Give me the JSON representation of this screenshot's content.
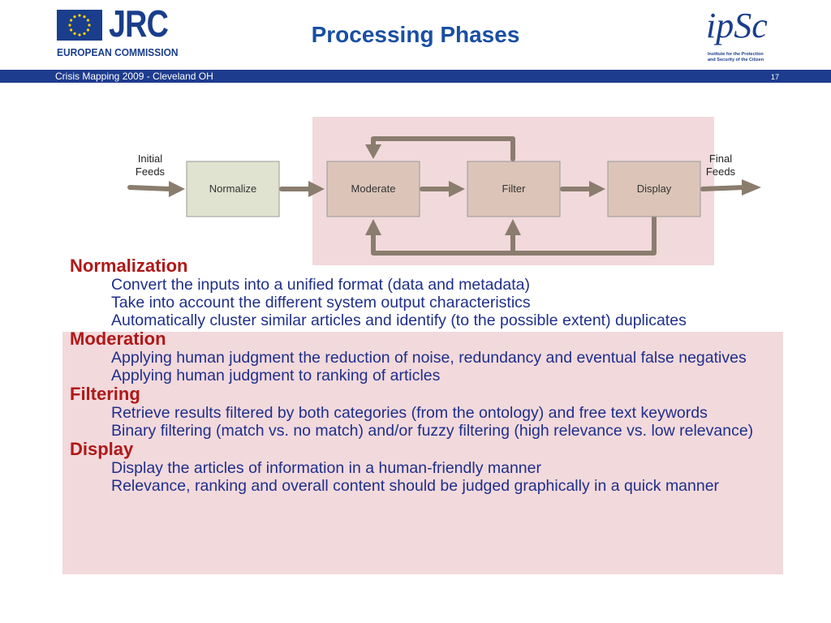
{
  "header": {
    "logo_text": "JRC",
    "logo_subtitle": "EUROPEAN COMMISSION",
    "title": "Processing Phases",
    "ipsc_logo": "ipSc",
    "ipsc_subtitle_1": "Institute for the Protection",
    "ipsc_subtitle_2": "and Security of the Citizen"
  },
  "band": {
    "left_text": "Crisis Mapping 2009 - Cleveland OH",
    "slide_number": "17"
  },
  "diagram": {
    "input_label_1": "Initial",
    "input_label_2": "Feeds",
    "output_label_1": "Final",
    "output_label_2": "Feeds",
    "nodes": [
      {
        "label": "Normalize",
        "fill": "#dfe3cf"
      },
      {
        "label": "Moderate",
        "fill": "#dcc5b8"
      },
      {
        "label": "Filter",
        "fill": "#dcc5b8"
      },
      {
        "label": "Display",
        "fill": "#dcc5b8"
      }
    ],
    "highlight_color": "#f2d9dc",
    "arrow_color": "#8a7d6e"
  },
  "sections": [
    {
      "title": "Normalization",
      "items": [
        "Convert the inputs into a unified format (data and metadata)",
        "Take into account the different system output characteristics",
        "Automatically cluster similar articles and identify (to the possible extent) duplicates"
      ]
    },
    {
      "title": "Moderation",
      "items": [
        "Applying human judgment the reduction of noise, redundancy and eventual false negatives",
        "Applying human judgment to ranking of articles"
      ]
    },
    {
      "title": "Filtering",
      "items": [
        "Retrieve results filtered by both categories (from the ontology) and free text keywords",
        "Binary filtering (match vs. no match) and/or fuzzy filtering (high relevance vs. low relevance)"
      ]
    },
    {
      "title": "Display",
      "items": [
        "Display the articles of information in a human-friendly manner",
        "Relevance, ranking and overall content should be judged graphically in a quick manner"
      ]
    }
  ],
  "colors": {
    "header_blue": "#1a3e8c",
    "title_blue": "#1a4fa3",
    "section_red": "#b01818",
    "item_blue": "#1f2f8a"
  }
}
